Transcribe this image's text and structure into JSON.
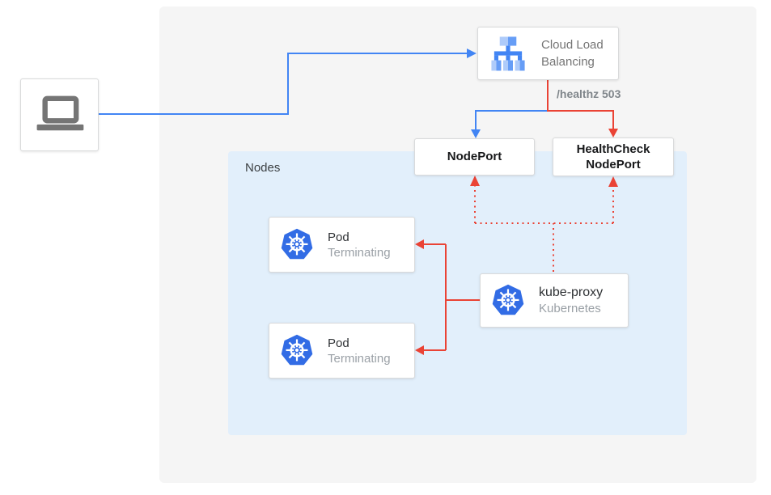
{
  "diagram": {
    "client": {
      "icon": "laptop-icon"
    },
    "cloud_load_balancing": {
      "label": "Cloud Load Balancing",
      "icon": "cloud-load-balancing-icon"
    },
    "healthz_badge": "/healthz 503",
    "nodeport": {
      "label": "NodePort"
    },
    "healthcheck_nodeport": {
      "label": "HealthCheck NodePort"
    },
    "nodes_group": {
      "label": "Nodes"
    },
    "pods": [
      {
        "title": "Pod",
        "subtitle": "Terminating",
        "icon": "kubernetes-icon"
      },
      {
        "title": "Pod",
        "subtitle": "Terminating",
        "icon": "kubernetes-icon"
      }
    ],
    "kube_proxy": {
      "title": "kube-proxy",
      "subtitle": "Kubernetes",
      "icon": "kubernetes-icon"
    },
    "edges": [
      {
        "from": "laptop",
        "to": "cloud-load-balancing",
        "style": "solid",
        "color": "blue"
      },
      {
        "from": "cloud-load-balancing",
        "to": "nodeport",
        "style": "solid",
        "color": "blue"
      },
      {
        "from": "cloud-load-balancing",
        "to": "healthcheck-nodeport",
        "style": "solid",
        "color": "red",
        "label": "/healthz 503"
      },
      {
        "from": "kube-proxy",
        "to": "nodeport",
        "style": "dotted",
        "color": "red"
      },
      {
        "from": "kube-proxy",
        "to": "healthcheck-nodeport",
        "style": "dotted",
        "color": "red"
      },
      {
        "from": "kube-proxy",
        "to": "pod-1",
        "style": "solid",
        "color": "red"
      },
      {
        "from": "kube-proxy",
        "to": "pod-2",
        "style": "solid",
        "color": "red"
      }
    ],
    "colors": {
      "traffic_blue": "#4285f4",
      "health_red": "#ea4335",
      "cluster_bg": "#f5f5f5",
      "nodes_bg": "#e2effb",
      "kubernetes_blue": "#326ce5",
      "lb_icon_light": "#aecbfa",
      "lb_icon_medium": "#669df6",
      "lb_icon_dark": "#4285f4",
      "muted_text": "#9aa0a6",
      "dark_text": "#17181a",
      "laptop_gray": "#757575"
    }
  }
}
